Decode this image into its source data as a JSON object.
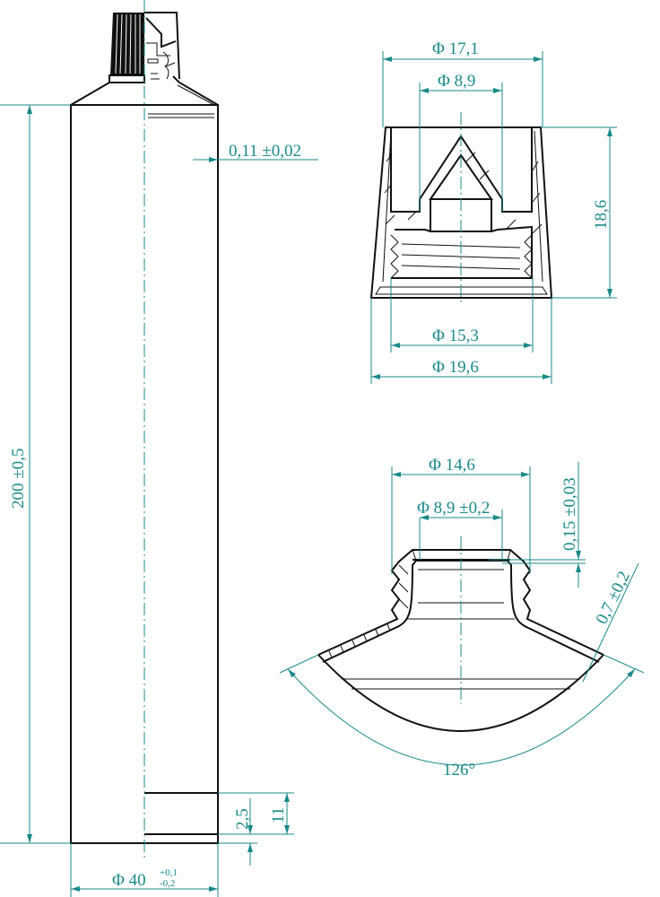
{
  "drawing": {
    "tube": {
      "length_dim": "200 ±0,5",
      "wall_dim": "0,11 ±0,02",
      "diameter_dim": "Φ 40",
      "diameter_tol_upper": "+0,1",
      "diameter_tol_lower": "-0,2",
      "seal_dim_small": "2,5",
      "seal_dim_large": "11"
    },
    "cap": {
      "top_diameter": "Φ 17,1",
      "inner_diameter": "Φ 8,9",
      "height": "18,6",
      "thread_diameter": "Φ 15,3",
      "bottom_diameter": "Φ 19,6"
    },
    "shoulder": {
      "thread_diameter": "Φ 14,6",
      "orifice_diameter": "Φ 8,9 ±0,2",
      "membrane_thickness": "0,15 ±0,03",
      "shoulder_thickness": "0,7 ±0,2",
      "angle": "126°"
    },
    "colors": {
      "dimension": "#1a8a8a",
      "outline": "#111111"
    }
  }
}
